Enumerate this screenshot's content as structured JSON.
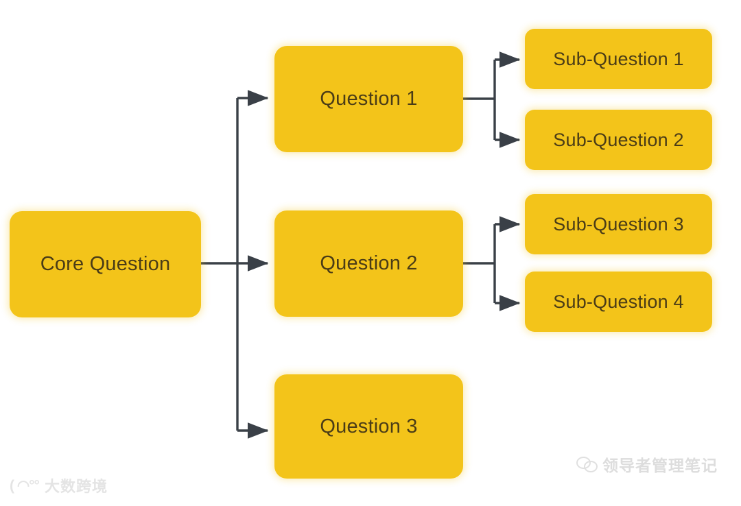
{
  "diagram": {
    "type": "issue-tree",
    "background_color": "#FFFFFF",
    "node_fill_color": "#F3C41A",
    "node_text_color": "#4A3C17",
    "connector_color": "#3A4047",
    "levels": [
      {
        "name": "core",
        "nodes": [
          {
            "id": "core",
            "label": "Core Question"
          }
        ]
      },
      {
        "name": "questions",
        "nodes": [
          {
            "id": "q1",
            "label": "Question 1"
          },
          {
            "id": "q2",
            "label": "Question 2"
          },
          {
            "id": "q3",
            "label": "Question 3"
          }
        ]
      },
      {
        "name": "sub-questions",
        "nodes": [
          {
            "id": "sq1",
            "label": "Sub-Question 1"
          },
          {
            "id": "sq2",
            "label": "Sub-Question 2"
          },
          {
            "id": "sq3",
            "label": "Sub-Question 3"
          },
          {
            "id": "sq4",
            "label": "Sub-Question 4"
          }
        ]
      }
    ],
    "edges": [
      {
        "from": "core",
        "to": "q1"
      },
      {
        "from": "core",
        "to": "q2"
      },
      {
        "from": "core",
        "to": "q3"
      },
      {
        "from": "q1",
        "to": "sq1"
      },
      {
        "from": "q1",
        "to": "sq2"
      },
      {
        "from": "q2",
        "to": "sq3"
      },
      {
        "from": "q2",
        "to": "sq4"
      }
    ]
  },
  "watermarks": {
    "left": {
      "logo_glyph": "( ◠°°",
      "text": "大数跨境"
    },
    "right": {
      "icon": "wechat-icon",
      "text": "领导者管理笔记"
    }
  }
}
